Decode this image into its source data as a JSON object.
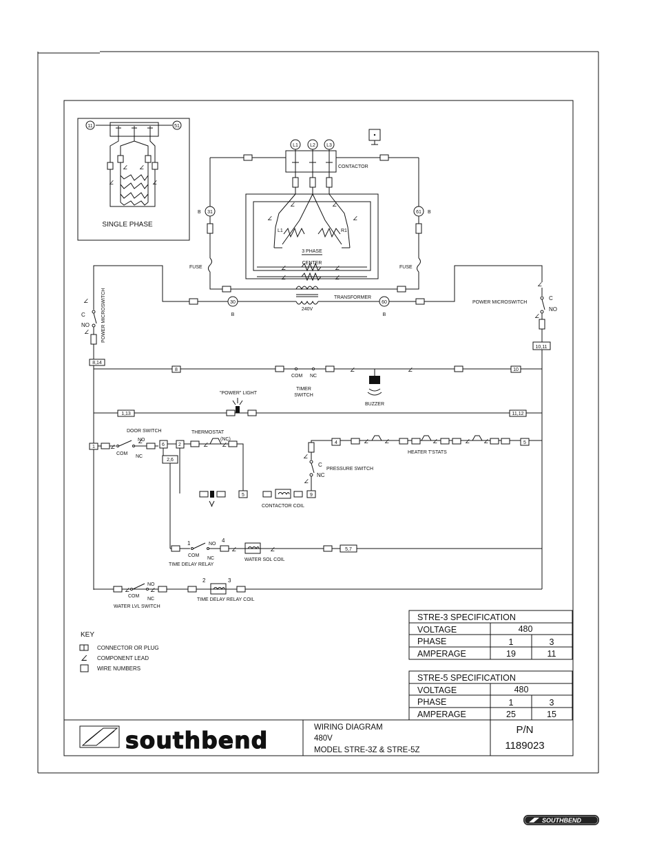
{
  "diagram": {
    "single_phase_inset": {
      "title": "SINGLE PHASE",
      "t_left": "11",
      "t_right": "51"
    },
    "terminals": {
      "l1": "L1",
      "l2": "L2",
      "l3": "L3",
      "t31": "31",
      "t61": "61",
      "t30": "30",
      "t60": "60",
      "b": "B"
    },
    "labels": {
      "contactor": "CONTACTOR",
      "three_phase": "3 PHASE",
      "center": "CENTER",
      "l1_small": "L1",
      "r1_small": "R1",
      "fuse": "FUSE",
      "transformer": "TRANSFORMER",
      "v240": "240V",
      "power_microswitch": "POWER MICROSWITCH",
      "c": "C",
      "no": "NO",
      "nc": "NC",
      "com": "COM",
      "nc_paren": "(NC)",
      "timer_switch_1": "TIMER",
      "timer_switch_2": "SWITCH",
      "buzzer": "BUZZER",
      "power_light": "\"POWER\" LIGHT",
      "door_switch": "DOOR SWITCH",
      "thermostat": "THERMOSTAT",
      "heater_tstats": "HEATER T'STATS",
      "pressure_switch": "PRESSURE SWITCH",
      "contactor_coil": "CONTACTOR COIL",
      "time_delay_relay": "TIME DELAY RELAY",
      "water_sol_coil": "WATER SOL COIL",
      "water_lvl_switch": "WATER LVL SWITCH",
      "time_delay_relay_coil": "TIME DELAY RELAY COIL",
      "n1": "1",
      "n2": "2",
      "n3": "3",
      "n4": "4"
    },
    "wire_numbers": {
      "w_8_14": "8,14",
      "w_10_11": "10,11",
      "w8": "8",
      "w10": "10",
      "w1_13": "1,13",
      "w11_12": "11,12",
      "w1": "1",
      "w6": "6",
      "w2": "2",
      "w2_6": "2,6",
      "w4": "4",
      "w5": "5",
      "w5b": "5",
      "w9": "9",
      "w5_7": "5,7"
    }
  },
  "key": {
    "title": "KEY",
    "items": [
      "CONNECTOR OR PLUG",
      "COMPONENT LEAD",
      "WIRE NUMBERS"
    ]
  },
  "specs": [
    {
      "title": "STRE-3 SPECIFICATION",
      "voltage_label": "VOLTAGE",
      "voltage": "480",
      "phase_label": "PHASE",
      "phase_a": "1",
      "phase_b": "3",
      "amperage_label": "AMPERAGE",
      "amp_a": "19",
      "amp_b": "11"
    },
    {
      "title": "STRE-5 SPECIFICATION",
      "voltage_label": "VOLTAGE",
      "voltage": "480",
      "phase_label": "PHASE",
      "phase_a": "1",
      "phase_b": "3",
      "amperage_label": "AMPERAGE",
      "amp_a": "25",
      "amp_b": "15"
    }
  ],
  "title_block": {
    "brand": "southbend",
    "line1": "WIRING DIAGRAM",
    "line2": "480V",
    "line3": "MODEL STRE-3Z & STRE-5Z",
    "pn_label": "P/N",
    "pn": "1189023"
  },
  "footer": {
    "brand": "SOUTHBEND"
  }
}
